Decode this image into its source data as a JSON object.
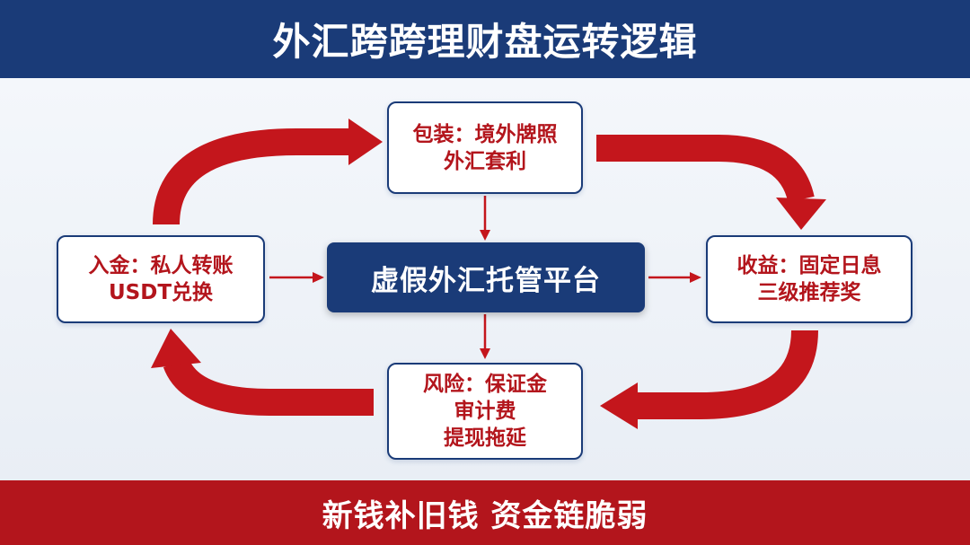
{
  "header": {
    "title": "外汇跨跨理财盘运转逻辑"
  },
  "platform": {
    "label": "虚假外汇托管平台"
  },
  "nodes": {
    "packaging": {
      "line1": "包装：境外牌照",
      "line2": "外汇套利"
    },
    "deposit": {
      "line1": "入金：私人转账",
      "line2": "USDT兑换"
    },
    "earnings": {
      "line1": "收益：固定日息",
      "line2": "三级推荐奖"
    },
    "risk": {
      "line1": "风险：保证金",
      "line2": "审计费",
      "line3": "提现拖延"
    }
  },
  "footer": {
    "slogan": "新钱补旧钱 资金链脆弱"
  },
  "colors": {
    "navy": "#1a3b78",
    "red": "#b3151c",
    "white": "#ffffff"
  }
}
